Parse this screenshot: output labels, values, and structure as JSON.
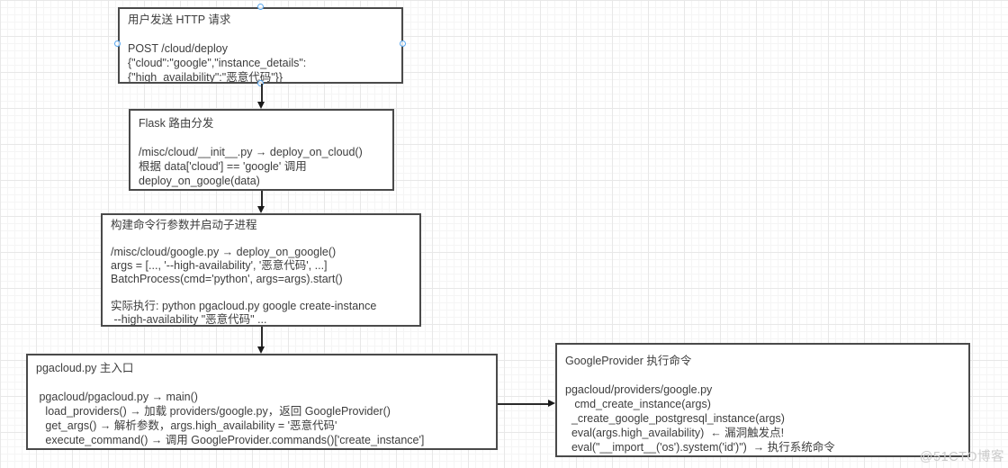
{
  "watermark": "@51CTO博客",
  "colors": {
    "node_border": "#4a4a4a",
    "node_bg": "#ffffff",
    "text": "#3d3d3d",
    "arrow": "#1a1a1a",
    "connection_point": "#5aa8f0",
    "grid_minor": "#f5f5f5",
    "grid_major": "#e8e8e8",
    "watermark_color": "#cbcbcb"
  },
  "nodes": [
    {
      "name": "user-http-request",
      "lines": [
        "用户发送 HTTP 请求",
        "",
        "POST /cloud/deploy",
        "{\"cloud\":\"google\",\"instance_details\":",
        "{\"high_availability\":\"恶意代码\"}}"
      ]
    },
    {
      "name": "flask-routing",
      "lines": [
        "Flask 路由分发",
        "",
        "/misc/cloud/__init__.py → deploy_on_cloud()",
        "根据 data['cloud'] == 'google' 调用",
        "deploy_on_google(data)"
      ]
    },
    {
      "name": "build-args-subprocess",
      "lines": [
        "构建命令行参数并启动子进程",
        "",
        "/misc/cloud/google.py → deploy_on_google()",
        "args = [..., '--high-availability', '恶意代码', ...]",
        "BatchProcess(cmd='python', args=args).start()",
        "",
        "实际执行: python pgacloud.py google create-instance",
        " --high-availability \"恶意代码\" ..."
      ]
    },
    {
      "name": "pgacloud-main-entry",
      "lines": [
        "pgacloud.py 主入口",
        "",
        " pgacloud/pgacloud.py → main()",
        "   load_providers() → 加载 providers/google.py，返回 GoogleProvider()",
        "   get_args() → 解析参数，args.high_availability = '恶意代码'",
        "   execute_command() → 调用 GoogleProvider.commands()['create_instance']"
      ]
    },
    {
      "name": "google-provider-exec",
      "lines": [
        "GoogleProvider 执行命令",
        "",
        "pgacloud/providers/google.py",
        "   cmd_create_instance(args)",
        "  _create_google_postgresql_instance(args)",
        "  eval(args.high_availability)  ← 漏洞触发点!",
        "  eval(\"__import__('os').system('id')\")  → 执行系统命令"
      ]
    }
  ]
}
